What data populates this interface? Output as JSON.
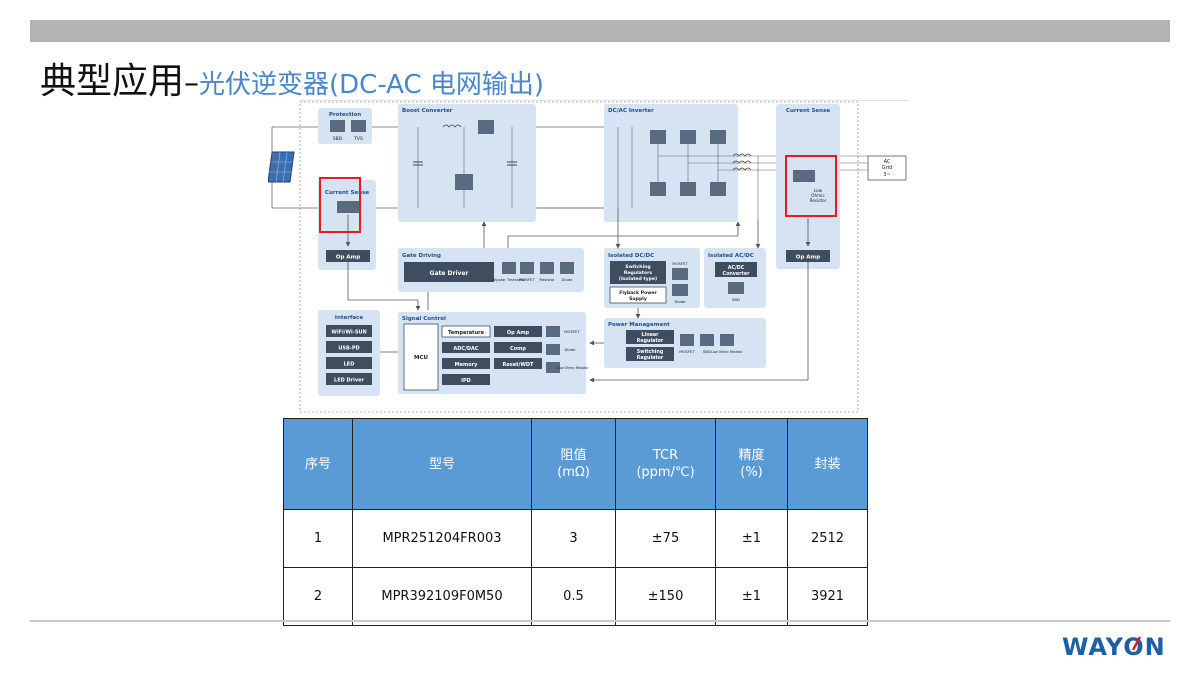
{
  "title": {
    "main": "典型应用",
    "dash": "–",
    "sub": "光伏逆变器(DC-AC 电网输出)"
  },
  "diagram": {
    "protection": {
      "title": "Protection",
      "items": [
        "SBD",
        "TVS"
      ]
    },
    "current_sense_left": {
      "title": "Current Sense"
    },
    "op_amp_left": "Op Amp",
    "boost": {
      "title": "Boost Converter"
    },
    "dcac": {
      "title": "DC/AC Inverter"
    },
    "current_sense_right": {
      "title": "Current Sense",
      "resistor": [
        "Low",
        "Ohmic",
        "Resistor"
      ]
    },
    "op_amp_right": "Op Amp",
    "ac_grid": [
      "AC",
      "Grid",
      "3~"
    ],
    "gate_driving": {
      "title": "Gate Driving",
      "driver": "Gate Driver",
      "items": [
        "Bipolar Transistor",
        "MOSFET",
        "Resistor",
        "Diode"
      ]
    },
    "iso_dcdc": {
      "title": "Isolated DC/DC",
      "switching": [
        "Switching",
        "Regulators",
        "(Isolated type)"
      ],
      "flyback": [
        "Flyback Power",
        "Supply"
      ],
      "mosfet": "MOSFET",
      "diode": "Diode"
    },
    "iso_acdc": {
      "title": "Isolated AC/DC",
      "conv": [
        "AC/DC",
        "Converter"
      ],
      "sbd": "SBD"
    },
    "interface": {
      "title": "Interface",
      "items": [
        "WiFi/Wi-SUN",
        "USB-PD",
        "LED",
        "LED Driver"
      ]
    },
    "signal": {
      "title": "Signal Control",
      "mcu": "MCU",
      "left": [
        "Temperature",
        "ADC/DAC",
        "Memory",
        "IPD"
      ],
      "right": [
        "Op Amp",
        "Comp",
        "Reset/WDT"
      ],
      "side": [
        "MOSFET",
        "Diode",
        "Low Ohmic Resistor"
      ]
    },
    "power": {
      "title": "Power Management",
      "linear": [
        "Linear",
        "Regulator"
      ],
      "switching": [
        "Switching",
        "Regulator"
      ],
      "items": [
        "MOSFET",
        "SBD",
        "Low Ohmic Resistor"
      ]
    }
  },
  "table": {
    "headers": [
      [
        "序号"
      ],
      [
        "型号"
      ],
      [
        "阻值",
        "(mΩ)"
      ],
      [
        "TCR",
        "(ppm/℃)"
      ],
      [
        "精度",
        "(%)"
      ],
      [
        "封装"
      ]
    ],
    "rows": [
      [
        "1",
        "MPR251204FR003",
        "3",
        "±75",
        "±1",
        "2512"
      ],
      [
        "2",
        "MPR392109F0M50",
        "0.5",
        "±150",
        "±1",
        "3921"
      ]
    ]
  },
  "logo": "WAYON",
  "colors": {
    "header_blue": "#5b9bd5",
    "title_blue": "#4a86c8",
    "block_fill": "#d6e3f3",
    "highlight": "#e02020",
    "logo_blue": "#1f5fa8"
  }
}
